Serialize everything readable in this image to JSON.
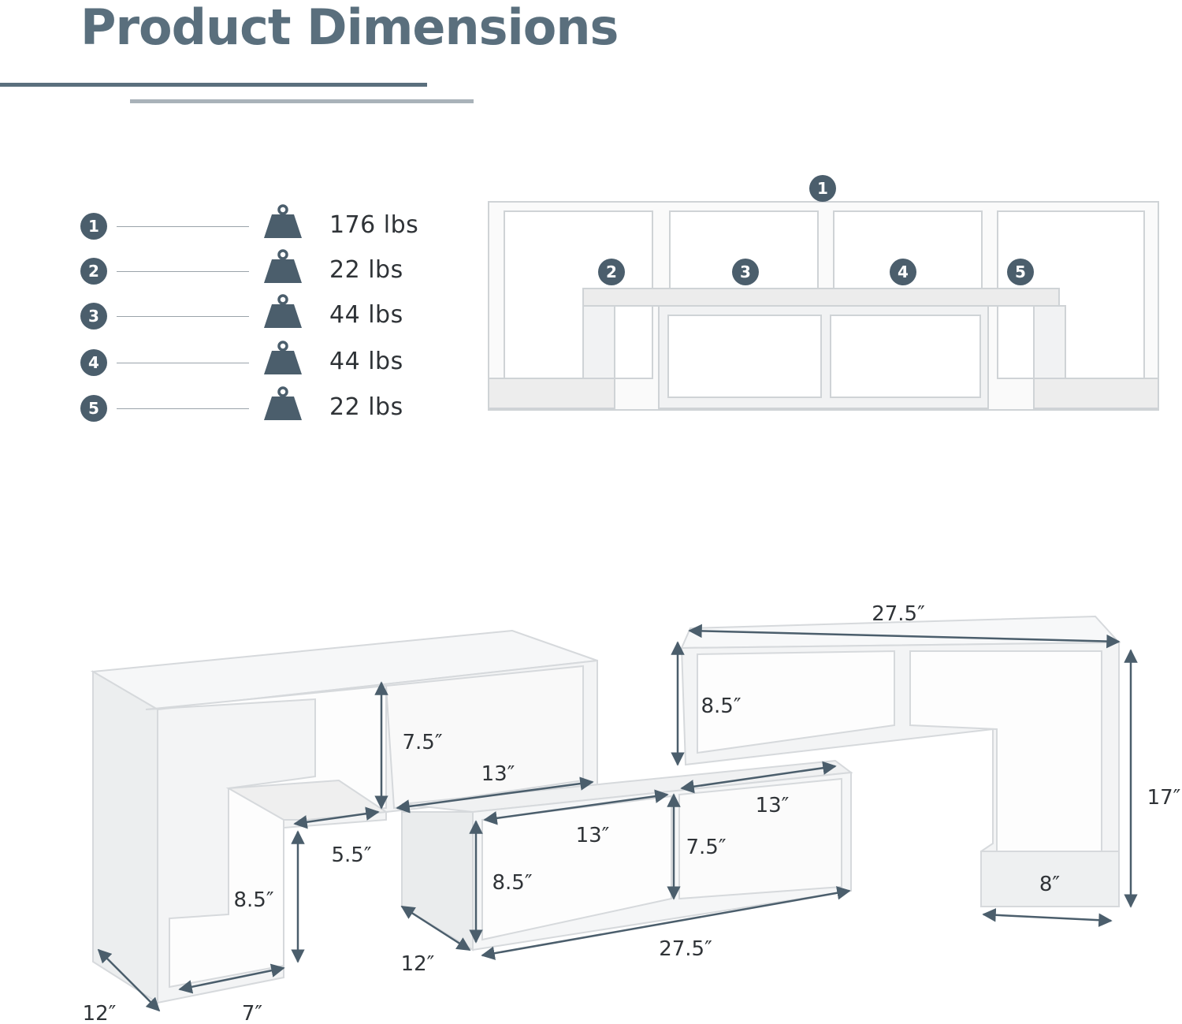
{
  "header": {
    "title": "Product Dimensions"
  },
  "colors": {
    "accent": "#5a6f7d",
    "badge": "#4b5e6c",
    "rule_light": "#a9b2b9"
  },
  "legend": [
    {
      "num": "1",
      "weight": "176 lbs",
      "icon": "weight-icon"
    },
    {
      "num": "2",
      "weight": "22 lbs",
      "icon": "weight-icon"
    },
    {
      "num": "3",
      "weight": "44 lbs",
      "icon": "weight-icon"
    },
    {
      "num": "4",
      "weight": "44 lbs",
      "icon": "weight-icon"
    },
    {
      "num": "5",
      "weight": "22 lbs",
      "icon": "weight-icon"
    }
  ],
  "front_view": {
    "markers": [
      "1",
      "2",
      "3",
      "4",
      "5"
    ]
  },
  "dimensions": {
    "right_top_width": "27.5″",
    "right_top_height": "8.5″",
    "right_total_height": "17″",
    "right_foot_width": "8″",
    "left_inner_height": "7.5″",
    "left_shelf_width": "13″",
    "left_step": "5.5″",
    "left_lower_height": "8.5″",
    "left_depth": "12″",
    "left_foot_width": "7″",
    "center_compartment_width": "13″",
    "center_back_width": "13″",
    "center_upper_height": "7.5″",
    "center_height": "8.5″",
    "center_width": "27.5″",
    "center_depth": "12″"
  }
}
